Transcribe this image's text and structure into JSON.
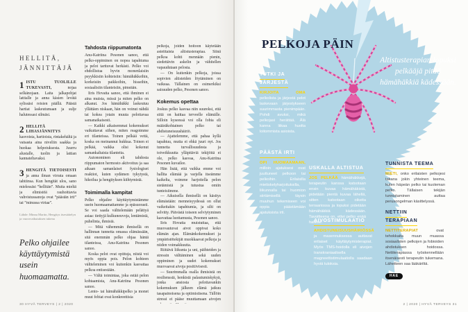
{
  "footer": {
    "left": "30  HYVÄ TERVEYS | 2 | 2020",
    "right": "2 | 2020 | HYVÄ TERVEYS  31"
  },
  "left_page": {
    "tips": {
      "title_lines": {
        "l1": "HELLITÄ,",
        "l2": "JÄNNITTÄJÄ"
      },
      "items": [
        {
          "num": "1",
          "lead": "ISTU TUOLILLE TUKEVASTI,",
          "text": "nojaa selkänojaan. Laita jalkapohjat lattialle ja anna käsien levätä sylissäsi reisien päällä. Päästä hartiat laskeutumaan ja sulje halutessasi silmäsi."
        },
        {
          "num": "2",
          "lead": "HELLITÄ LIHASJÄNNITYS",
          "text": "kasvoista, hartioista, rintakehältä ja vatsasta aina niveliin saakka ja huokaa helpotuksesta. Juurru alustalle, tuolin ja lattian kannateltavaksi."
        },
        {
          "num": "3",
          "lead": "HENGITÄ TIETOISESTI",
          "text": "ja anna ilman virrata omaan tahtiinsa. Kun hengität ulos, sano mielessäsi ”hellitän”. Muita mieltä ja elimistöä rauhoittavia vahvistussanoja ovat ”päästän irti” tai ”minussa virtaa”."
        }
      ],
      "source": "Lähde: Minna Martin, Hengitys itsesäätelyn ja vuorovaikutuksen tukena"
    },
    "pullquote": "Pelko ohjailee käyttäytymistä usein huomaamatta.",
    "col2": {
      "heading1": "Tahdosta riippumatonta",
      "p1": "Anu-Katriina Pesonen sanoo, että pelko-oppiminen on nopea tapahtuma ja pelot tarttuvat herkästi. Pelko voi ehdollistua hyvin monenlaisiin psyykkisiin kohteisiin: hämähäkkeihin, korkeisiin paikkoihin, hisseihin, sosiaalisiin tilanteisiin, pimeään.",
      "p2": "Iiris Hovatta sanoo, että ihminen ei aina muista, missä ja miten pelko on alkanut. Jos hämähäkki laskeutuu yllättäen niskaan, hän on voinut nähdä tai kokea jotain muuta pelottavaa samanaikaisesti.",
      "p3": "— Kaikki aikaisemmat kokemukset vaikuttavat siihen, miten reagoimme eri tilanteissa. Toinen pelkää vettä, koska on meinannut hukkua. Toinen ei pelkää, vaikka olisi kokenut samankaltaisia tilanteita.",
      "p4": "Autonominen eli tahdosta riippumaton hermosto aktivoituu ja saa aikaan samanlaiset fysiologiset reaktiot, kuten sydämen tykytystä, hikoilua ja hengityksen kiihtymistä.",
      "heading2": "Toimimalla kampitat",
      "p5": "Pelko ohjailee käyttäytymistämme usein huomaamattamme ja epäsuorasti. Se voi saada välttelemään pelättyä asiaa: tiettyjä kulkuneuvoja, lentämistä, puhelinta, ihmisiä.",
      "p6": "— Mitä vähemmän ihmisellä on hallinnan tunnetta omassa elämässään, sitä enemmän pelko ohjaa häntä tilanteissa, Anu-Katriina Pesonen sanoo.",
      "p7": "Koska pelot ovat opittuja, niistä voi myös oppia pois. Pelon kohteen vältteleminen voi kuitenkin kasvattaa pelkoa entisestään.",
      "p8": "— Vältä toimintaa, joka estää pelon kohtaamista, Anu-Katriina Pesonen sanoo.",
      "p9": "Lento- tai hämähäkkipelko ja monet muut fobiat ovat konkreettisia"
    },
    "col3": {
      "p1": "pelkoja, joiden hoitoon käytetään asteittaista altistusterapiaa. Siinä pelkoa kohti mennään pienin, siedettävin askelin ja vähitellen vapaudutaan pelosta.",
      "p2": "— On kuitenkin pelkoja, joissa sopivien altisteiden löytäminen on vaikeaa. Tällainen on esimerkiksi sairauden pelko, Pesonen sanoo.",
      "heading": "Kokemus opettaa",
      "p3": "Joskus pelko kasvaa niin suureksi, että siitä on haittaa terveelle elämälle. Silloin kyseessä voi olla fobia eli määräkohtainen pelko tai ahdistuneisuushäiriö.",
      "p4": "— Ajattelemme, että pahaa kyllä tapahtuu, mutta ei ehkä juuri nyt. Jos tunnetta turvallisuudesta ja toiveikkuutta ylläpitäviä tekijöitä ei ole, pelko kasvaa, Anu-Katriina Pesonen kuvailee.",
      "p5": "Hän lisää, että vaikka emme voi hallita elämää ja varjella itseämme kaikelta, voimme harjoitella pelon sietämistä ja tutustua omiin tunteisiimme.",
      "p6": "— Aikuisella ihmisellä on käsitys elämästään: menneisyydessä on ollut vaikeitakin tapahtumia, ja silti on selvitty. Päivästä toiseen selviytyminen kasvattaa luottamusta, Pesonen sanoo.",
      "p7": "Iiris Hovatta muistuttaa, että muovautuvat aivot oppivat koko elämän ajan. Elämänkokemukset ja ympäristötekijät muokkaavat pelkoja ja niiden voimakkuutta.",
      "p8": "Riittävä liikunta ja uni, päihteiden ja stressin välttäminen sekä uuden oppiminen ja uudet kokemukset muovaavat aivoja positiivisesti.",
      "p9": "— Suurimmalla osalla ihmisistä on resilienssiä, henkistä palautumiskykyä, jonka ansiosta pelottavankin kokemuksen jälkeen elämä jatkuu tasapainoisena ja optimistisena. Tällöin stressi ei pääse muuttamaan aivojen rakennetta, Hovatta sanoo."
    }
  },
  "right_page": {
    "title": "PELKOJA PÄIN",
    "quote": "Altistusterapian lopuksi pelkääjä pitää hämähäkkiä kädessään.",
    "sections": {
      "tutki": {
        "lines": [
          "TUTKI JA",
          "JÄRJESTÄ"
        ],
        "lead": "KIRJOITA OMA",
        "text": "pelkolista ja järjestä pelot laskevaan järjestykseen suurimmasta pienimpään. Pohdi avuksi, mikä pelkojasi herättää. Älä kanna liikaa huolta loitommista asioista."
      },
      "paasta": {
        "lines": [
          "PÄÄSTÄ IRTI"
        ],
        "lead": "OPI HUOMAAMAAN,",
        "text": "milloin ajatuksesi ovat juuttuneet pelkoon tai pelkoihin. Erilaisilla mietiskelyharjoituksilla, liikunnalla tai huomion siirtämisellä täysin muuhun tekemiseen voi oppia päästämään ajatuksista irti."
      },
      "uskalla": {
        "lines": [
          "USKALLA ALTISTUA"
        ],
        "lead": "JOS PELKÄÄ",
        "text": "hämähäkkejä, terapeutin kanssa katsotaan ensin kuvaa hämähäkistä, pidetään pientä kuvaa lähellä, sitten katsotaan oikeita terraariossa ja lopuksi pidetään hämähäkkiä kädessään. Tavoitteena on, ettei pelko enää hallitse."
      },
      "aivo": {
        "lines": [
          "AIVOSTIMULAATIO"
        ],
        "lead": "AHDISTUNEISUUSHÄIRIÖSSÄ",
        "text": "ja masennuksessa auttavat erilaiset käyttäytymisterapiat. Myös TMS-hoidolla eli aivojen transkraniaalisella magneettistimulaatiolla saadaan hyviä tuloksia."
      },
      "tunnista": {
        "lines": [
          "TUNNISTA TEEMA"
        ],
        "lead": "MIETI,",
        "text": "onko erilaisten pelkojesi takana jokin yhteinen teema, kuten häpeän pelko tai kuoleman pelko. Tällaisen tekijän tunnistaminen auttaa perusongelman käsittelyssä."
      },
      "netti": {
        "lines": [
          "NETTIIN",
          "TERAPIAAN"
        ],
        "lead": "NETTITERAPIAT",
        "text": "ovat tehokkaita muun muassa sosiaalisten pelkojen ja fobioiden ahdistuksen hoidossa. Nettiterapiassa työskennellään itsenäisesti terapeutin tukemana. Lähetteen saa lääkäriltä.",
        "badge": "HAE"
      }
    }
  }
}
